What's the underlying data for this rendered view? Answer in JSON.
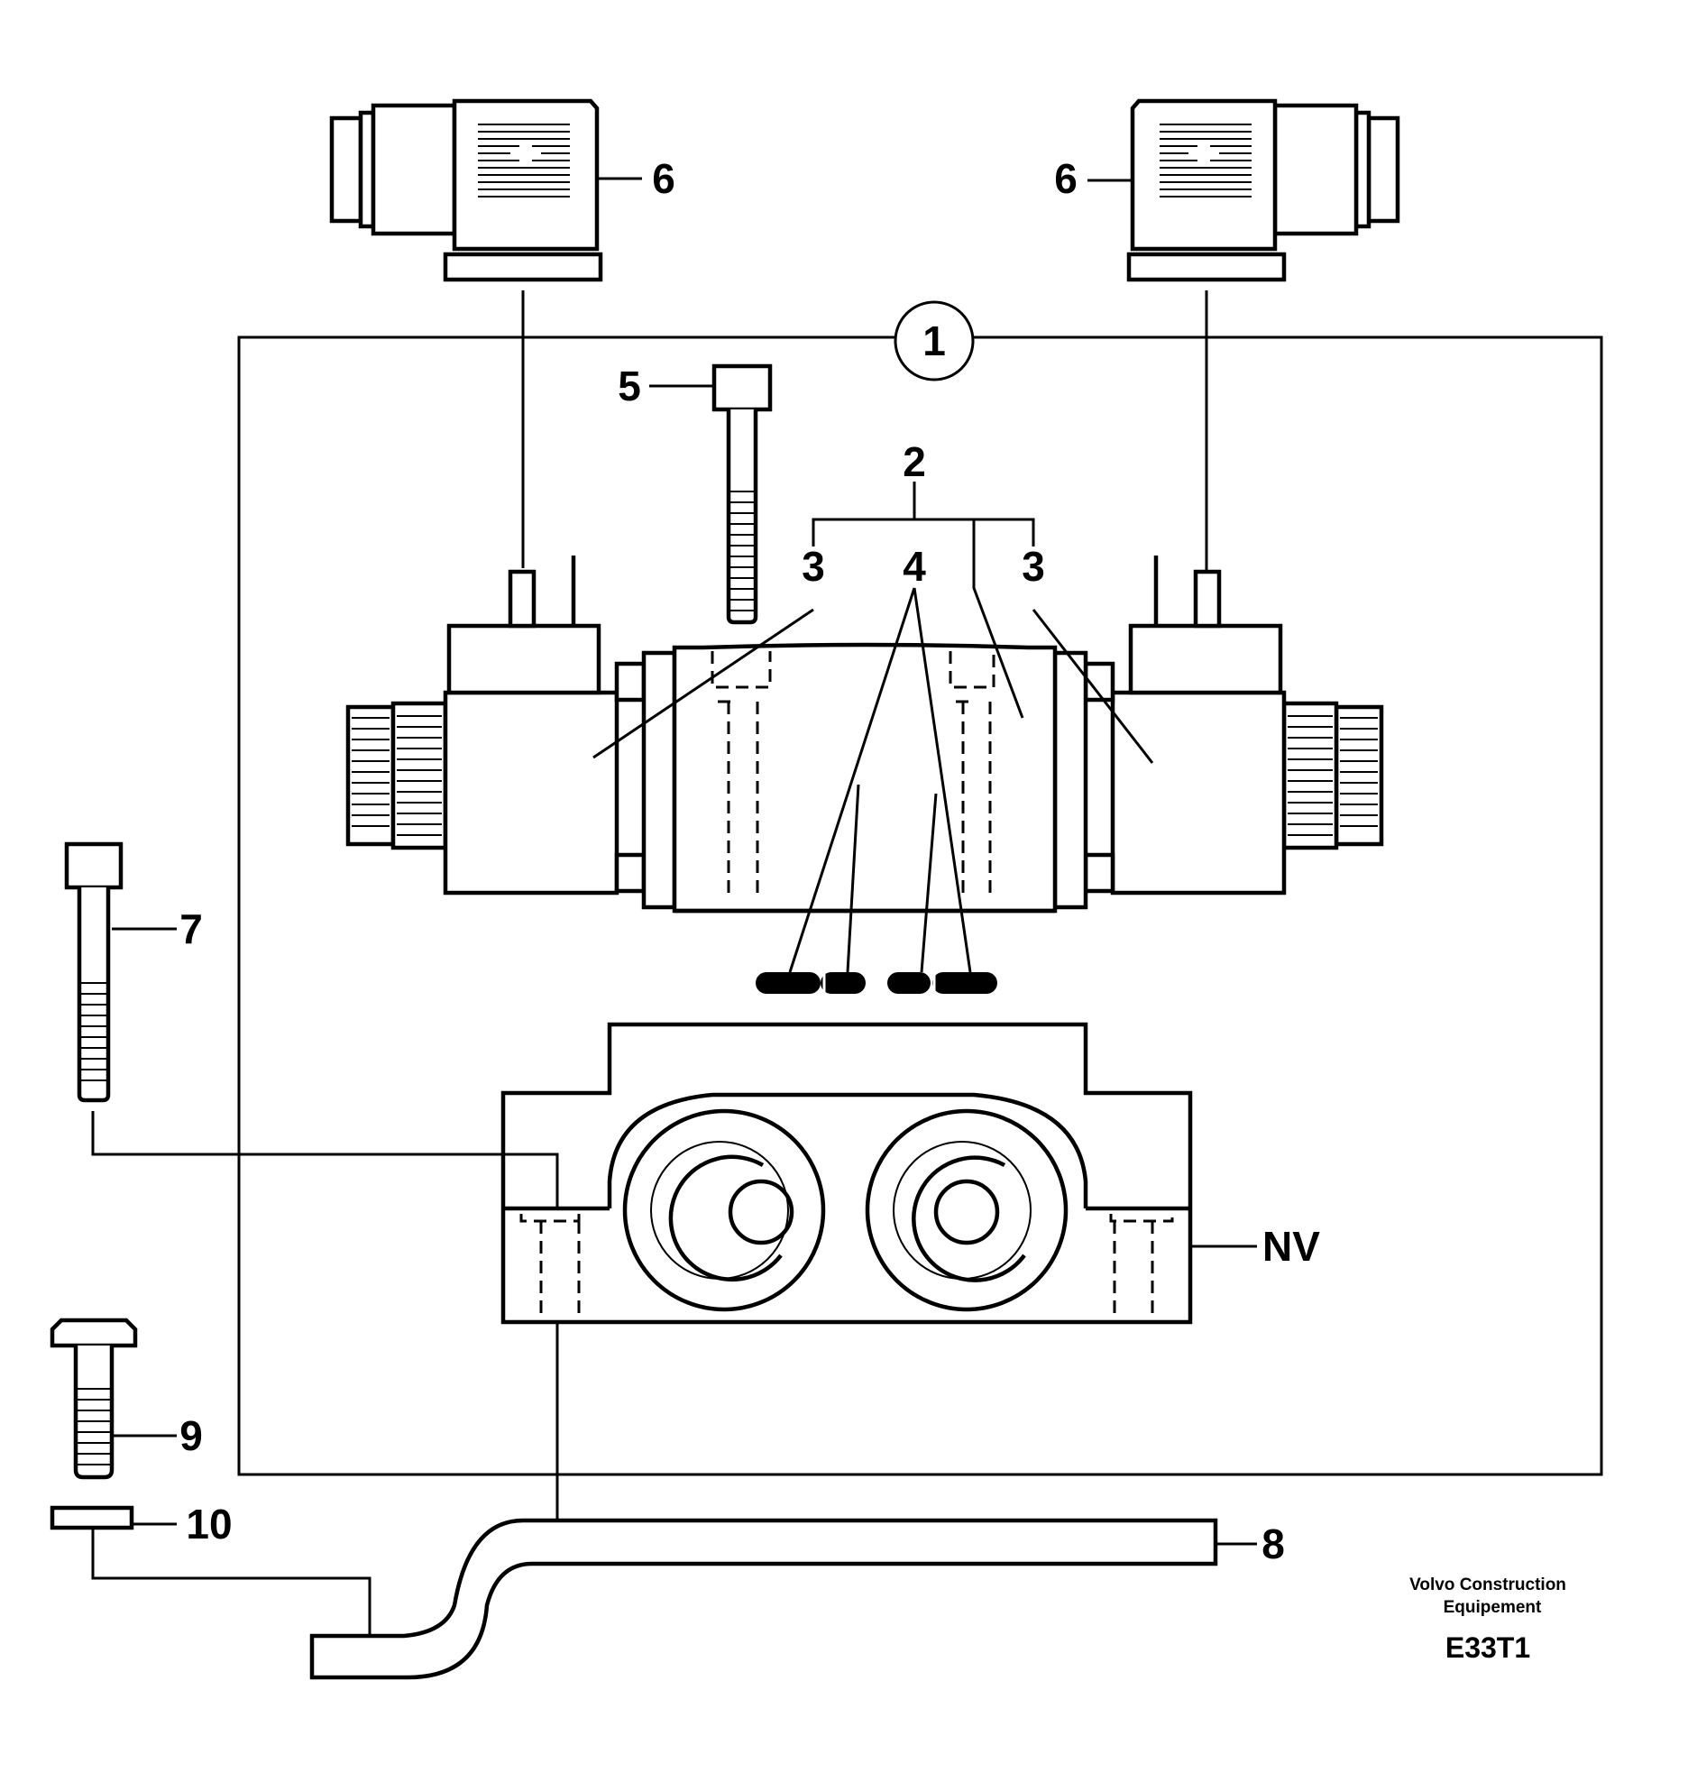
{
  "labels": {
    "assembly": "1",
    "solenoid_set": "2",
    "coil_left": "3",
    "coil_right": "3",
    "o_rings": "4",
    "screw_top": "5",
    "plug_left": "6",
    "plug_right": "6",
    "screw_long": "7",
    "bracket": "8",
    "bolt": "9",
    "washer": "10",
    "valve_block": "NV"
  },
  "credit": {
    "line1": "Volvo Construction",
    "line2": "Equipement"
  },
  "figure_code": "E33T1"
}
